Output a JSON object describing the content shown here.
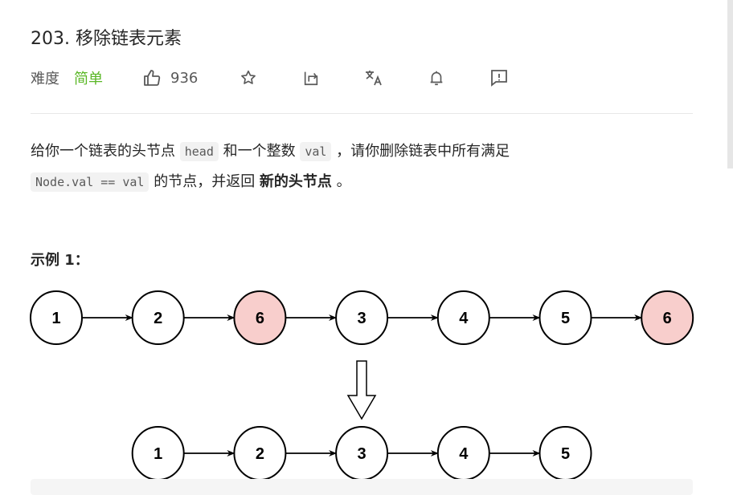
{
  "title": "203. 移除链表元素",
  "meta": {
    "difficulty_label": "难度",
    "difficulty": "简单",
    "likes": "936",
    "icons": [
      "thumbs-up-icon",
      "star-icon",
      "share-icon",
      "translate-icon",
      "bell-icon",
      "feedback-icon"
    ]
  },
  "description": {
    "p1": "给你一个链表的头节点 ",
    "code1": "head",
    "p2": " 和一个整数 ",
    "code2": "val",
    "p3": " ，请你删除链表中所有满足 ",
    "code3": "Node.val == val",
    "p4": " 的节点，并返回 ",
    "bold": "新的头节点",
    "p5": " 。"
  },
  "example_title": "示例 1：",
  "diagram": {
    "before": [
      {
        "v": "1",
        "removed": false
      },
      {
        "v": "2",
        "removed": false
      },
      {
        "v": "6",
        "removed": true
      },
      {
        "v": "3",
        "removed": false
      },
      {
        "v": "4",
        "removed": false
      },
      {
        "v": "5",
        "removed": false
      },
      {
        "v": "6",
        "removed": true
      }
    ],
    "after": [
      "1",
      "2",
      "3",
      "4",
      "5"
    ],
    "removed_color": "#f8cecc"
  }
}
